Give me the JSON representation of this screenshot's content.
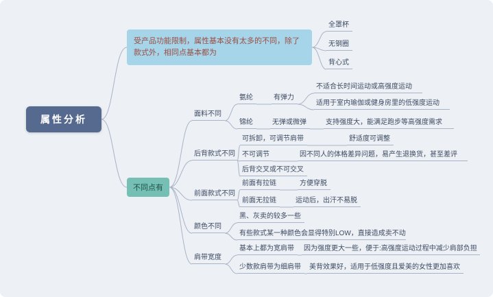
{
  "colors": {
    "bg": "#edf0f4",
    "edge": "#a7b3c7",
    "text": "#3d4b63",
    "root_fill": "#56698f",
    "root_text": "#ffffff",
    "same_fill": "#a6d4e8",
    "same_text": "#9a4f45",
    "diff_fill": "#76bfb4",
    "diff_text": "#1d5148"
  },
  "root": {
    "label": "属性分析"
  },
  "same_branch": {
    "label": "受产品功能限制，属性基本没有太多的不同，除了款式外，相同点基本都为",
    "children": [
      "全罩杯",
      "无钢圈",
      "背心式"
    ]
  },
  "diff_branch": {
    "label": "不同点有",
    "fabric": {
      "label": "面料不同",
      "spandex": {
        "label": "氨纶",
        "property": "有弹力",
        "notes": [
          "不适合长时间运动或高强度运动",
          "适用于室内瑜伽或健身房里的低强度运动"
        ]
      },
      "nylon": {
        "label": "锦纶",
        "property": "无弹或微弹",
        "notes": [
          "支持强度大，能满足跑步等高强度需求"
        ]
      }
    },
    "back_style": {
      "label": "后背款式不同",
      "items": [
        {
          "label": "可拆卸，可调节肩带",
          "note": "舒适度可调整"
        },
        {
          "label": "不可调节",
          "note": "因不同人的体格差异问题，易产生退换货，甚至差评"
        },
        {
          "label": "后背交叉或不可交叉"
        }
      ]
    },
    "front_style": {
      "label": "前面款式不同",
      "items": [
        {
          "label": "前面有拉链",
          "note": "方便穿脱"
        },
        {
          "label": "前面无拉链",
          "note": "运动后，出汗不易脱"
        }
      ]
    },
    "color": {
      "label": "颜色不同",
      "items": [
        {
          "label": "黑、灰卖的较多一些"
        },
        {
          "label": "有些款式某一种颜色会显得特别LOW，直接造成卖不动"
        }
      ]
    },
    "strap": {
      "label": "肩带宽度",
      "items": [
        {
          "label": "基本上都为宽肩带",
          "note": "因为强度更大一些，便于:高强度运动过程中减少肩部负担"
        },
        {
          "label": "少数款肩带为细肩带",
          "note": "美背效果好，适用于低强度且爱美的女性更加喜欢"
        }
      ]
    }
  }
}
